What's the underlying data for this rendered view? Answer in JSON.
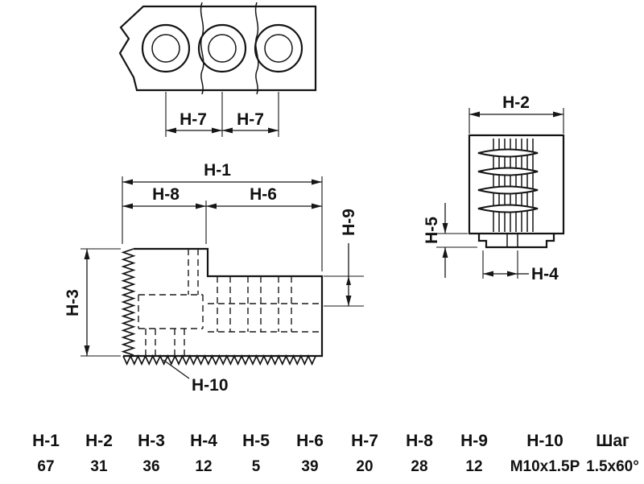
{
  "drawing": {
    "dim_labels": {
      "h1": "H-1",
      "h2": "H-2",
      "h3": "H-3",
      "h4": "H-4",
      "h5": "H-5",
      "h6": "H-6",
      "h7a": "H-7",
      "h7b": "H-7",
      "h8": "H-8",
      "h9": "H-9",
      "h10": "H-10"
    }
  },
  "table": {
    "columns": [
      {
        "header": "H-1",
        "value": "67"
      },
      {
        "header": "H-2",
        "value": "31"
      },
      {
        "header": "H-3",
        "value": "36"
      },
      {
        "header": "H-4",
        "value": "12"
      },
      {
        "header": "H-5",
        "value": "5"
      },
      {
        "header": "H-6",
        "value": "39"
      },
      {
        "header": "H-7",
        "value": "20"
      },
      {
        "header": "H-8",
        "value": "28"
      },
      {
        "header": "H-9",
        "value": "12"
      },
      {
        "header": "H-10",
        "value": "M10x1.5P"
      },
      {
        "header": "Шаг",
        "value": "1.5x60°"
      }
    ]
  }
}
